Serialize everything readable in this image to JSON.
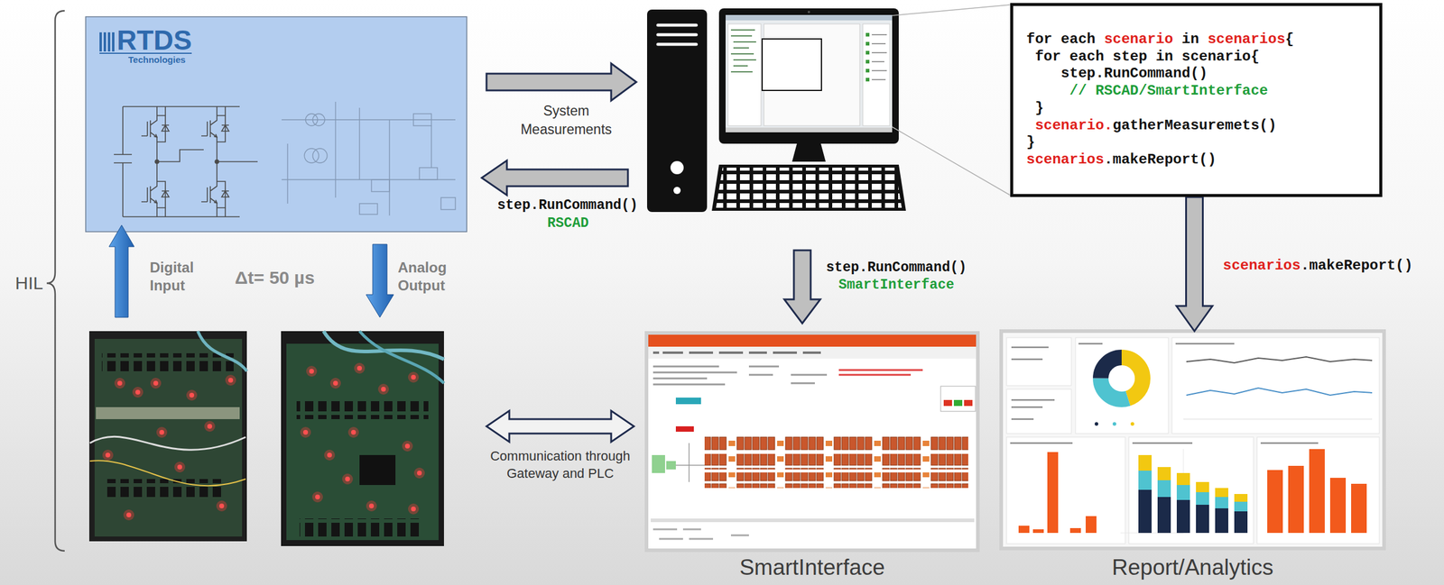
{
  "diagram": {
    "nodes": [
      {
        "text": [
          "RTDS",
          "Technologies"
        ]
      },
      {
        "text": [
          "for each scenario in scenarios{",
          "for each step in scenario{",
          "step.RunCommand()",
          "// RSCAD/SmartInterface",
          "}",
          "scenario.gatherMeasuremets()",
          "}",
          "scenarios.makeReport()"
        ]
      },
      {
        "text": [
          "SmartInterface"
        ]
      },
      {
        "text": [
          "Report/Analytics"
        ]
      }
    ],
    "edges": [
      {
        "from": 1,
        "to": 3,
        "arrow": "to",
        "label": "scenarios.makeReport()"
      }
    ],
    "labels": [
      "HIL",
      "System Measurements",
      "step.RunCommand()",
      "RSCAD",
      "Digital Input",
      "Δt= 50 µs",
      "Analog Output",
      "step.RunCommand()",
      "SmartInterface",
      "Communication through Gateway and PLC"
    ]
  }
}
